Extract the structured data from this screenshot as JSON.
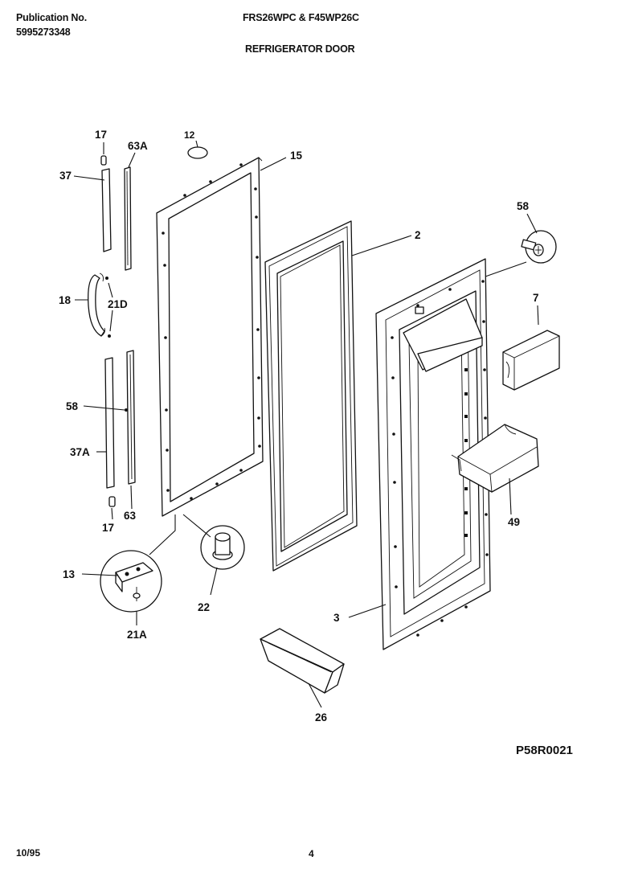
{
  "header": {
    "publication_label": "Publication No.",
    "publication_number": "5995273348",
    "model": "FRS26WPC & F45WP26C",
    "section_title": "REFRIGERATOR DOOR"
  },
  "footer": {
    "date": "10/95",
    "page_number": "4"
  },
  "diagram_code": "P58R0021",
  "part_labels": {
    "p17_top": "17",
    "p63A": "63A",
    "p12": "12",
    "p15": "15",
    "p37": "37",
    "p2": "2",
    "p58_top": "58",
    "p18": "18",
    "p21D": "21D",
    "p7": "7",
    "p58_left": "58",
    "p37A": "37A",
    "p49": "49",
    "p17_bottom": "17",
    "p63": "63",
    "p13": "13",
    "p22": "22",
    "p3": "3",
    "p21A": "21A",
    "p26": "26"
  }
}
